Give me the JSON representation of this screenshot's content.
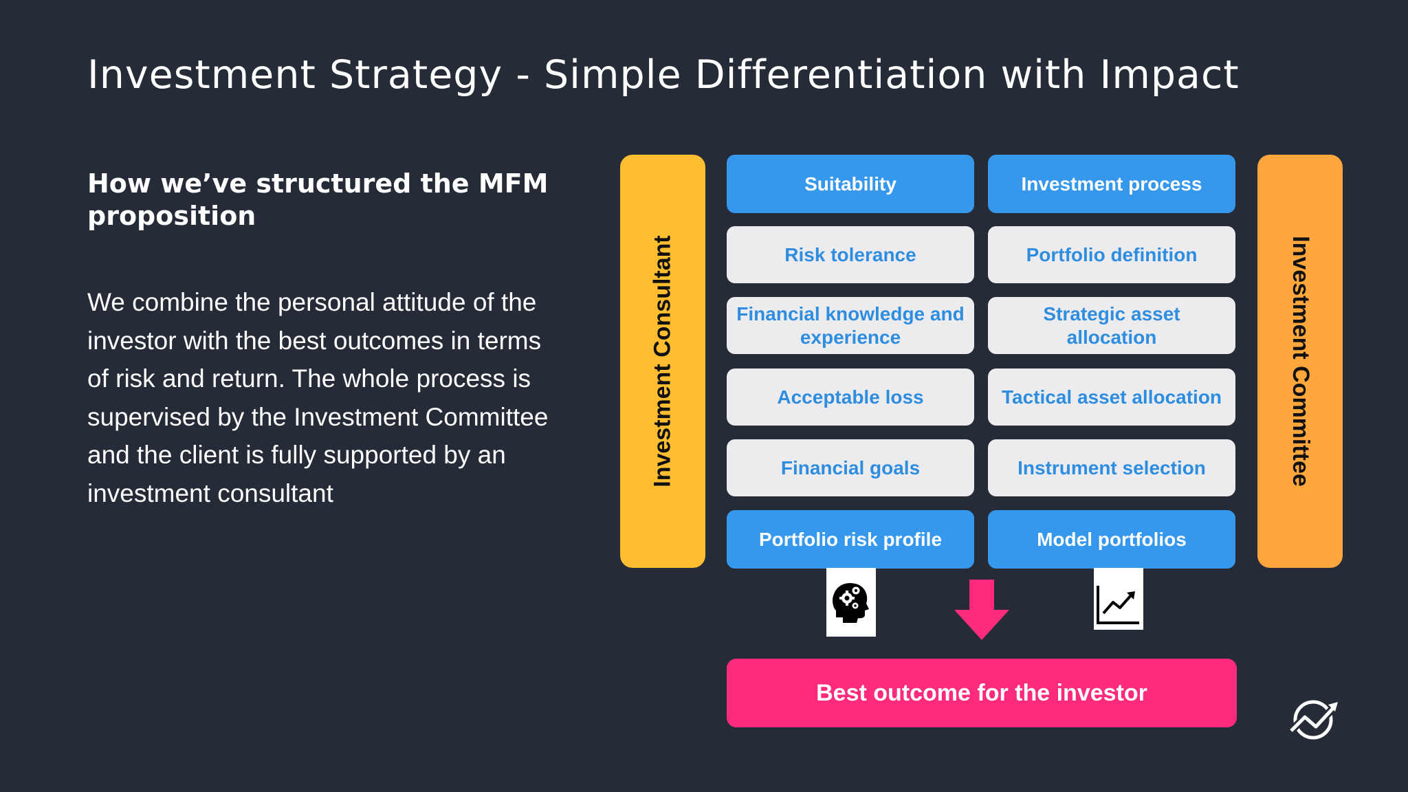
{
  "slide": {
    "title": "Investment Strategy - Simple Differentiation with Impact",
    "subtitle": "How we’ve structured the MFM proposition",
    "body": "We combine the personal attitude of the investor with the best outcomes in terms of risk and return. The whole process is supervised by the Investment Committee and the client is fully supported by an investment consultant"
  },
  "diagram": {
    "left_pillar": "Investment Consultant",
    "right_pillar": "Investment Committee",
    "left_column": {
      "header": "Suitability",
      "items": [
        "Risk tolerance",
        "Financial knowledge and experience",
        "Acceptable loss",
        "Financial goals"
      ],
      "footer": "Portfolio risk profile"
    },
    "right_column": {
      "header": "Investment process",
      "items": [
        "Portfolio definition",
        "Strategic asset allocation",
        "Tactical asset allocation",
        "Instrument selection"
      ],
      "footer": "Model portfolios"
    },
    "outcome": "Best outcome for the investor",
    "icons": {
      "left": "head-gears-icon",
      "center": "down-arrow-icon",
      "right": "line-chart-icon",
      "brand": "logo-icon"
    },
    "colors": {
      "background": "#262c37",
      "left_pillar": "#ffbe32",
      "right_pillar": "#ffa73d",
      "header_blue": "#3598ec",
      "item_grey": "#ececee",
      "item_text": "#2f8de0",
      "outcome_pink": "#fe2a7c"
    }
  }
}
